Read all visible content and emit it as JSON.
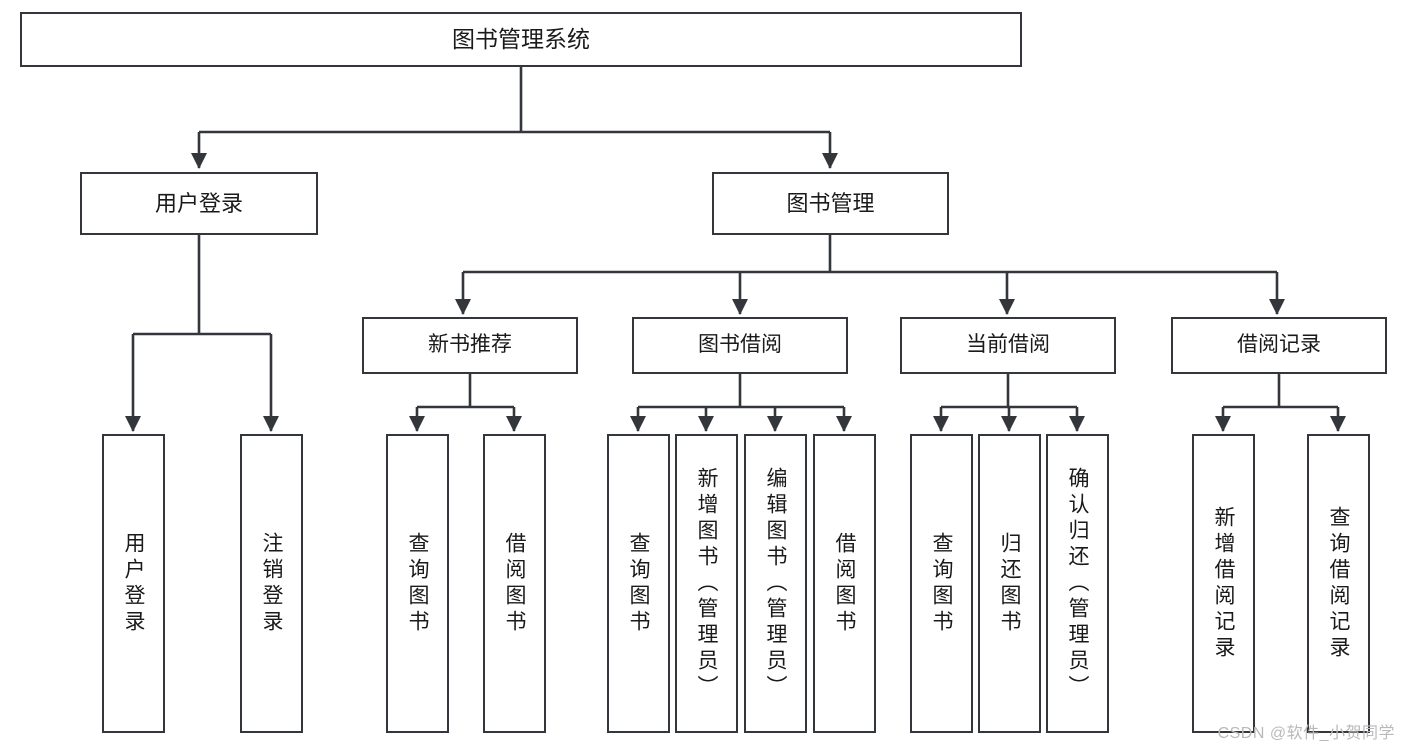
{
  "diagram": {
    "title": "图书管理系统",
    "type": "tree-hierarchy",
    "root": {
      "label": "图书管理系统"
    },
    "level2": [
      {
        "label": "用户登录"
      },
      {
        "label": "图书管理"
      }
    ],
    "level3": [
      {
        "label": "新书推荐"
      },
      {
        "label": "图书借阅"
      },
      {
        "label": "当前借阅"
      },
      {
        "label": "借阅记录"
      }
    ],
    "leaves": {
      "user_login": [
        {
          "label": "用户登录"
        },
        {
          "label": "注销登录"
        }
      ],
      "new_book_recommend": [
        {
          "label": "查询图书"
        },
        {
          "label": "借阅图书"
        }
      ],
      "book_borrow": [
        {
          "label": "查询图书"
        },
        {
          "label": "新增图书（管理员）"
        },
        {
          "label": "编辑图书（管理员）"
        },
        {
          "label": "借阅图书"
        }
      ],
      "current_borrow": [
        {
          "label": "查询图书"
        },
        {
          "label": "归还图书"
        },
        {
          "label": "确认归还（管理员）"
        }
      ],
      "borrow_record": [
        {
          "label": "新增借阅记录"
        },
        {
          "label": "查询借阅记录"
        }
      ]
    }
  },
  "watermark": {
    "text": "CSDN @软件_小贺同学"
  },
  "colors": {
    "stroke": "#33373b",
    "background": "#ffffff",
    "text": "#1a1a1a",
    "watermark": "#b9b9b9"
  }
}
